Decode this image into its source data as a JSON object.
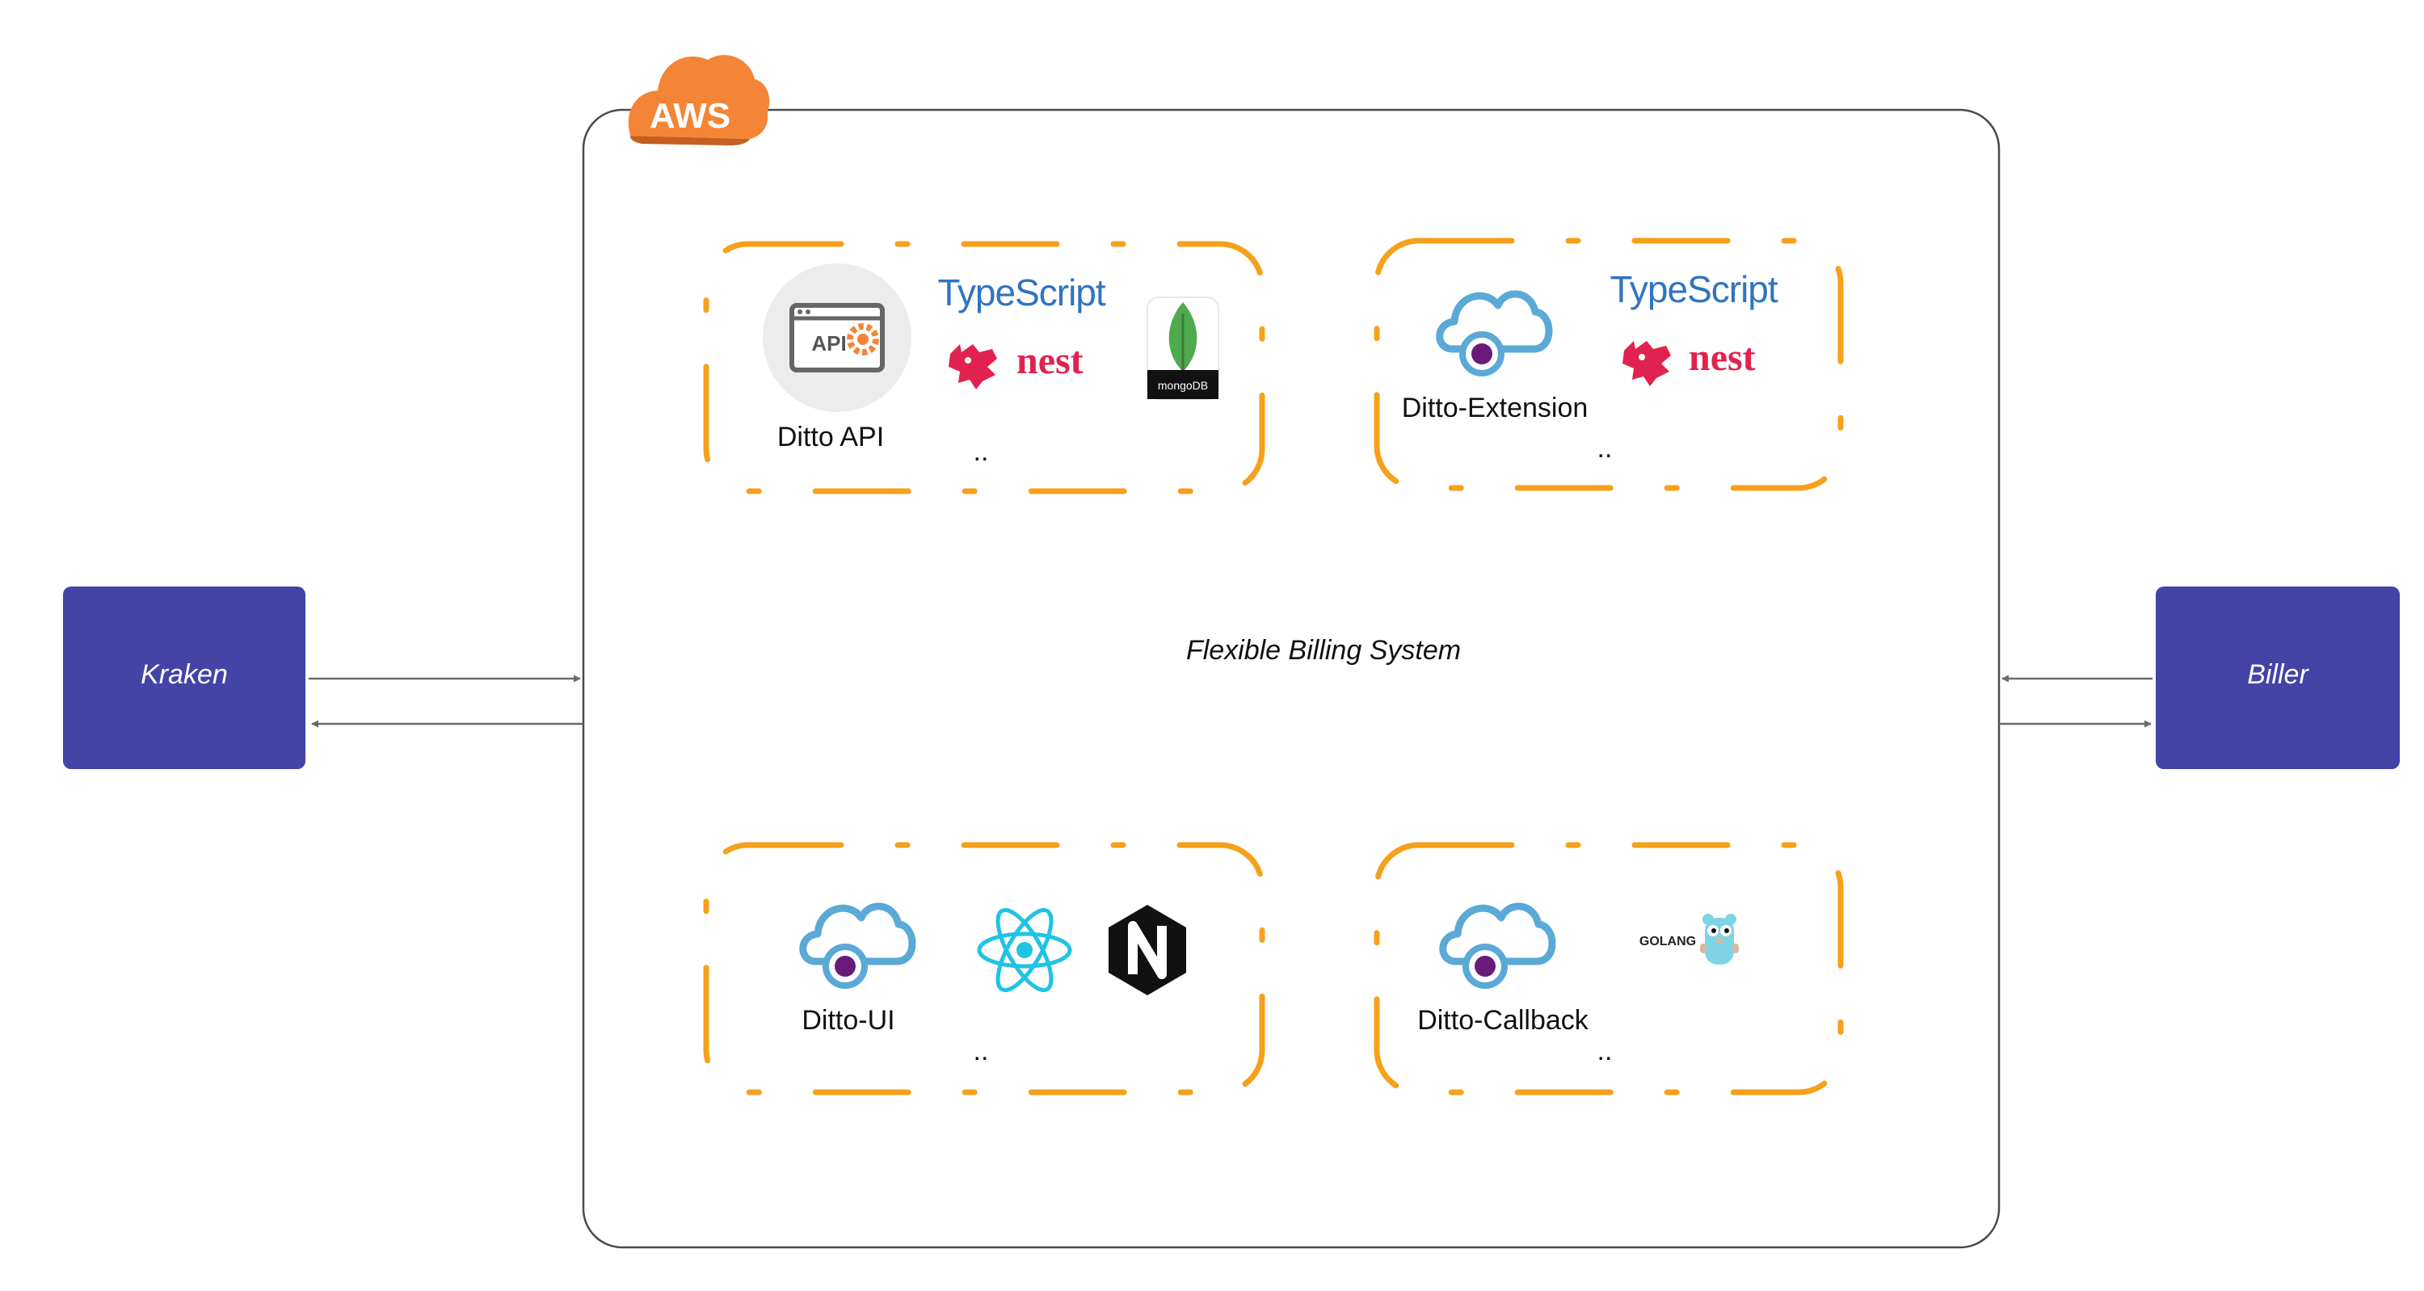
{
  "cloud": {
    "badge": "AWS",
    "system_label": "Flexible Billing System"
  },
  "external": {
    "left": "Kraken",
    "right": "Biller"
  },
  "services": {
    "api": {
      "name": "Ditto API",
      "tech": {
        "typescript": "TypeScript",
        "nest": "nest",
        "mongodb": "mongoDB"
      },
      "more": ".."
    },
    "extension": {
      "name": "Ditto-Extension",
      "tech": {
        "typescript": "TypeScript",
        "nest": "nest"
      },
      "more": ".."
    },
    "ui": {
      "name": "Ditto-UI",
      "more": ".."
    },
    "callback": {
      "name": "Ditto-Callback",
      "tech": {
        "golang": "GOLANG"
      },
      "more": ".."
    }
  },
  "icons": {
    "aws": "aws-cloud-icon",
    "api": "api-gear-icon",
    "service": "cloud-service-icon",
    "react": "react-icon",
    "nginx": "nginx-icon",
    "gopher": "gopher-icon",
    "mongodb": "mongodb-leaf-icon",
    "nest": "nest-logo-icon"
  },
  "colors": {
    "external_box": "#4244a6",
    "frame": "#f7a01b",
    "aws_orange": "#f58536",
    "typescript": "#2f74c0",
    "nest": "#e0234e",
    "cloud_icon": "#5aa9d6",
    "dot": "#6a1b7a",
    "react": "#1fc3e6"
  }
}
